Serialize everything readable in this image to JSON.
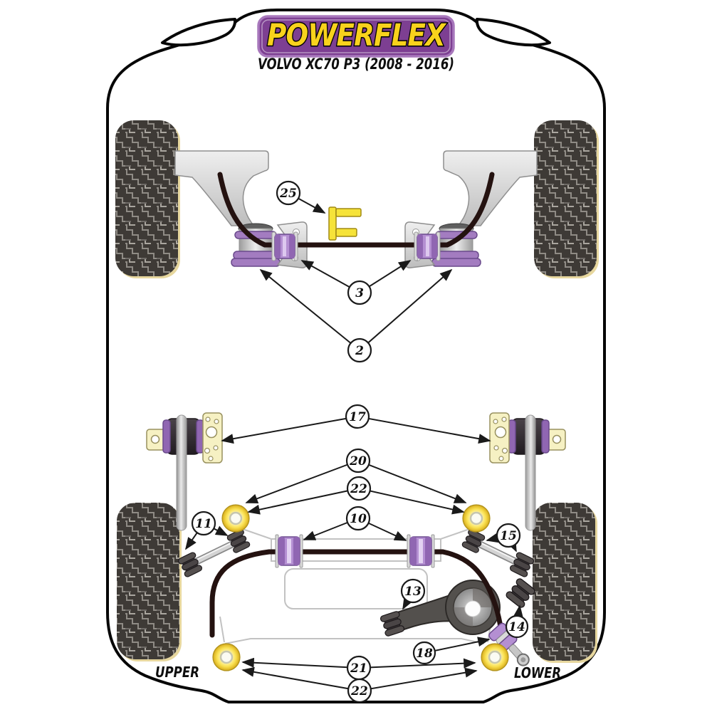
{
  "header": {
    "brand": "POWERFLEX",
    "vehicle": "VOLVO XC70 P3 (2008 - 2016)"
  },
  "labels": {
    "upper": "UPPER",
    "lower": "LOWER"
  },
  "callouts": {
    "c25": "25",
    "c3": "3",
    "c2": "2",
    "c17": "17",
    "c20": "20",
    "c22a": "22",
    "c10": "10",
    "c11": "11",
    "c15": "15",
    "c13": "13",
    "c14": "14",
    "c18": "18",
    "c21": "21",
    "c22b": "22"
  },
  "colors": {
    "logo_purple": "#7d3f92",
    "logo_border": "#a878bc",
    "logo_yellow": "#f8d21c",
    "bushing_purple": "#b48fd2",
    "bushing_purple_dark": "#9066b2",
    "part_yellow": "#f6e339",
    "pale_yellow": "#f6f1c3",
    "donut_yellow": "#f9e050",
    "bar_dark": "#241210",
    "tire_dark": "#3e3a36",
    "outline_black": "#060606"
  }
}
